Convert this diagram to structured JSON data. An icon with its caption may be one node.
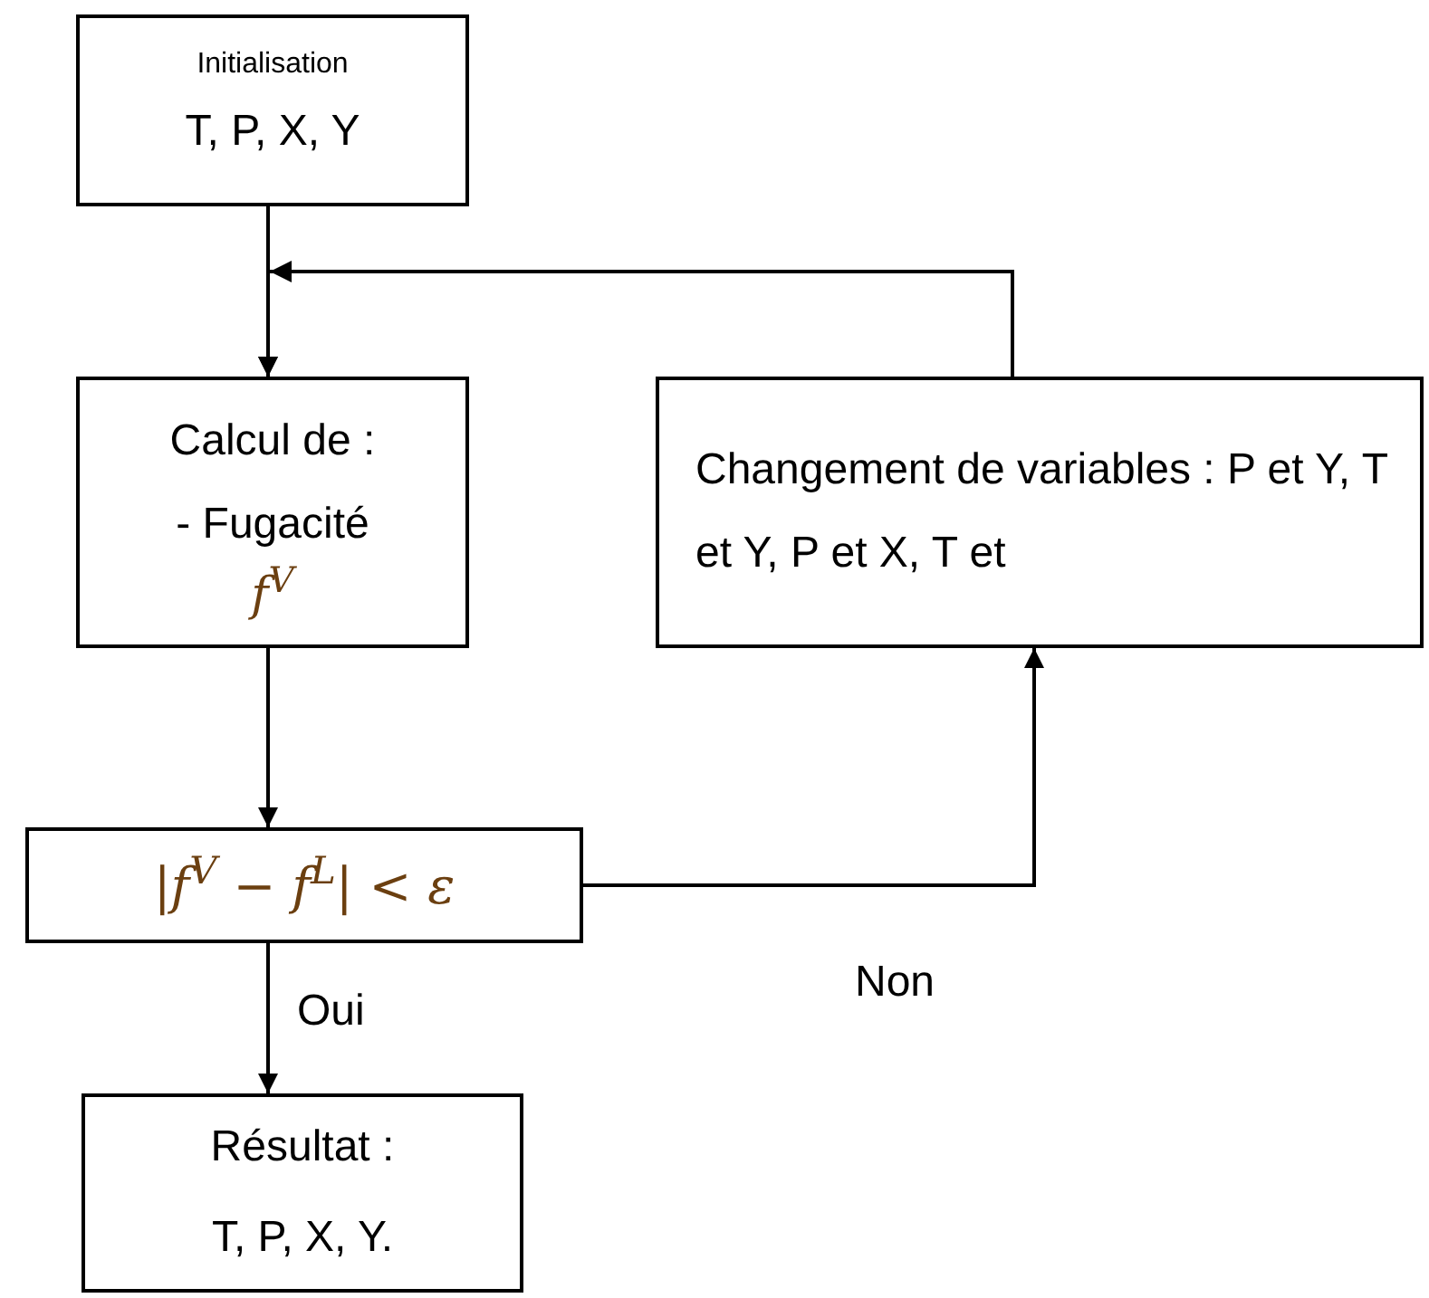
{
  "diagram": {
    "nodes": [
      {
        "text": [
          "Initialisation",
          "T, P, X, Y"
        ]
      },
      {
        "text": [
          "Calcul de :",
          "- Fugacité",
          "f$^{V}$"
        ]
      },
      {
        "text": [
          "Changement de variables : P et Y, T et Y, P et X, T et"
        ]
      },
      {
        "text": [
          "|f$^{V}$ − f$^{L}$| < ε"
        ]
      },
      {
        "text": [
          "Résultat :",
          "T, P, X, Y."
        ]
      }
    ],
    "edges": [
      {
        "from": 0,
        "to": 1,
        "arrow": "to"
      },
      {
        "from": 2,
        "to": 1,
        "arrow": "to"
      },
      {
        "from": 1,
        "to": 3,
        "arrow": "to"
      },
      {
        "from": 3,
        "to": 2,
        "arrow": "to",
        "label": "Non"
      },
      {
        "from": 3,
        "to": 4,
        "arrow": "to",
        "label": "Oui"
      }
    ]
  }
}
